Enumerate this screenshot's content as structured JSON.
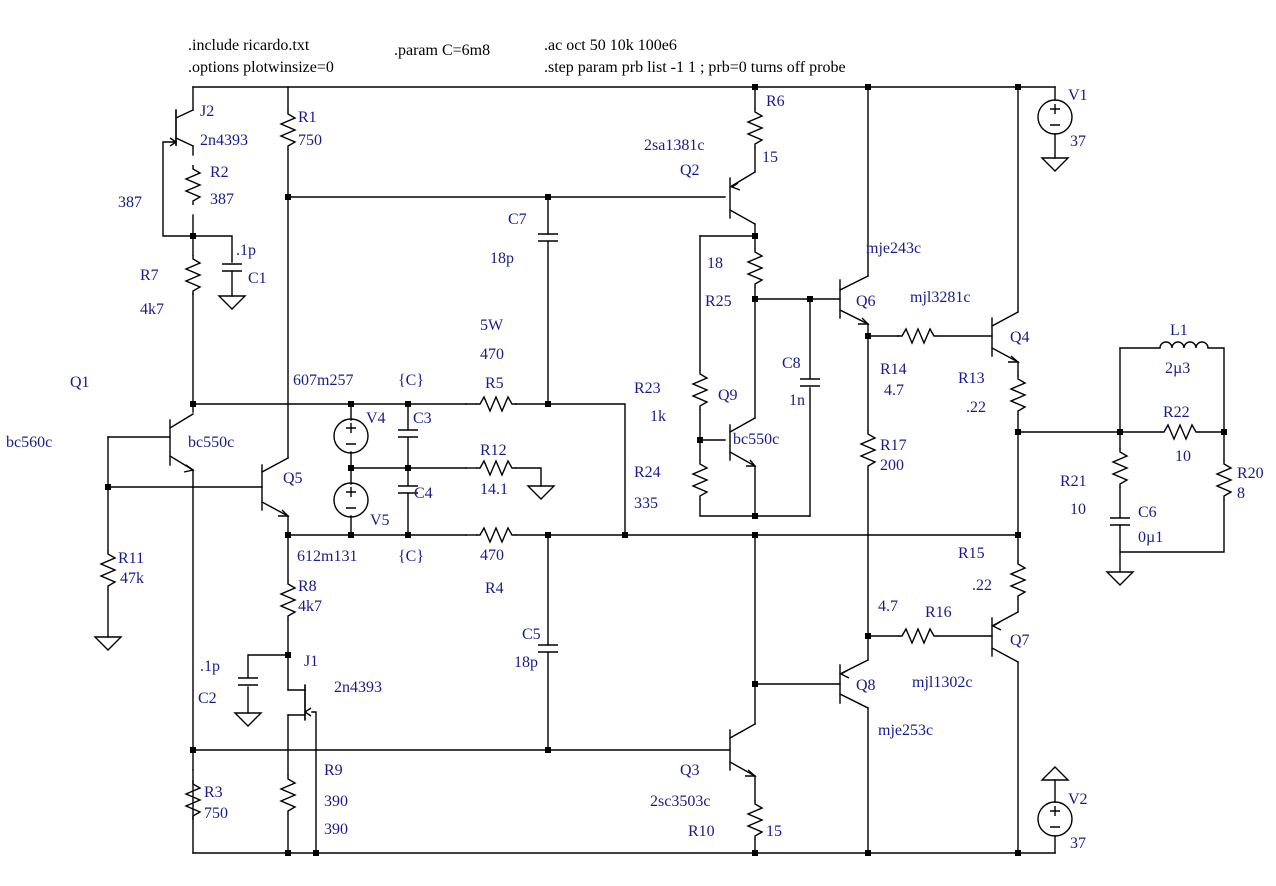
{
  "directives": [
    ".include ricardo.txt",
    ".options plotwinsize=0",
    ".param C=6m8",
    ".ac oct 50 10k 100e6",
    ".step param prb list -1 1 ; prb=0 turns off probe"
  ],
  "labels": {
    "J2": "J2",
    "J2_model": "2n4393",
    "R1": "R1",
    "R1_val": "750",
    "R2": "R2",
    "R2_val": "387",
    "R2_extra": "387",
    "C1": "C1",
    "C1_val": ".1p",
    "R7": "R7",
    "R7_val": "4k7",
    "R6": "R6",
    "R6_val": "15",
    "Q2": "Q2",
    "Q2_model": "2sa1381c",
    "C7": "C7",
    "C7_val": "18p",
    "R25": "R25",
    "R25_val": "18",
    "Q6": "Q6",
    "Q6_model": "mje243c",
    "Q4": "Q4",
    "Q4_model": "mjl3281c",
    "V1": "V1",
    "V1_val": "37",
    "Q1": "Q1",
    "Q1_model": "bc560c",
    "bc550c_a": "bc550c",
    "Q5": "Q5",
    "V4_val": "607m257",
    "V4": "V4",
    "C3_val": "{C}",
    "C3": "C3",
    "R5_power": "5W",
    "R5_val": "470",
    "R5": "R5",
    "R23": "R23",
    "R23_val": "1k",
    "Q9": "Q9",
    "Q9_model": "bc550c",
    "C8": "C8",
    "C8_val": "1n",
    "R14": "R14",
    "R14_val": "4.7",
    "R13": "R13",
    "R13_val": ".22",
    "L1": "L1",
    "L1_val": "2µ3",
    "R22": "R22",
    "R22_val": "10",
    "R12": "R12",
    "R12_val": "14.1",
    "R24": "R24",
    "R24_val": "335",
    "R17": "R17",
    "R17_val": "200",
    "R21": "R21",
    "R21_val": "10",
    "R20": "R20",
    "R20_val": "8",
    "C6": "C6",
    "C6_val": "0µ1",
    "C4": "C4",
    "V5": "V5",
    "R11": "R11",
    "R11_val": "47k",
    "V5_val": "612m131",
    "C4_val": "{C}",
    "R4_val": "470",
    "R4": "R4",
    "R15": "R15",
    "R15_val": ".22",
    "R8": "R8",
    "R8_val": "4k7",
    "R16_val": "4.7",
    "R16": "R16",
    "Q7": "Q7",
    "Q7_model": "mjl1302c",
    "C5": "C5",
    "C5_val": "18p",
    "C2_val": ".1p",
    "C2": "C2",
    "J1": "J1",
    "J1_model": "2n4393",
    "Q8": "Q8",
    "Q8_model": "mje253c",
    "R9": "R9",
    "R9_val": "390",
    "R9_extra": "390",
    "Q3": "Q3",
    "Q3_model": "2sc3503c",
    "R3": "R3",
    "R3_val": "750",
    "R10": "R10",
    "R10_val": "15",
    "V2": "V2",
    "V2_val": "37"
  },
  "colors": {
    "label": "#1a1a8c",
    "wire": "#000000",
    "background": "#ffffff"
  }
}
